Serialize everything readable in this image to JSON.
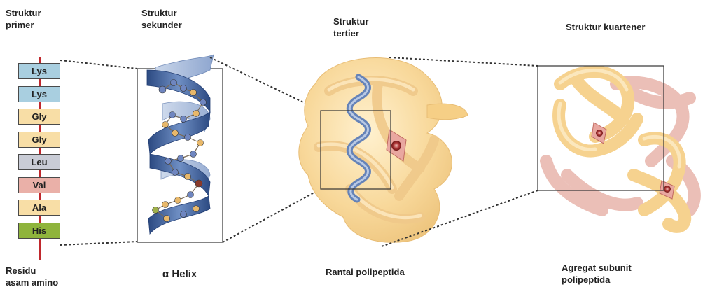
{
  "labels": {
    "primary_title": [
      "Struktur",
      "primer"
    ],
    "secondary_title": [
      "Struktur",
      "sekunder"
    ],
    "tertiary_title": [
      "Struktur",
      "tertier"
    ],
    "quaternary_title": "Struktur kuartener",
    "residue_caption": [
      "Residu",
      "asam amino"
    ],
    "helix_caption": "α Helix",
    "tertiary_caption": "Rantai polipeptida",
    "quaternary_caption": [
      "Agregat subunit",
      "polipeptida"
    ]
  },
  "residues": [
    {
      "name": "Lys",
      "color": "#a9cfe0"
    },
    {
      "name": "Lys",
      "color": "#a9cfe0"
    },
    {
      "name": "Gly",
      "color": "#f8dea6"
    },
    {
      "name": "Gly",
      "color": "#f8dea6"
    },
    {
      "name": "Leu",
      "color": "#c9ccd6"
    },
    {
      "name": "Val",
      "color": "#eab0a8"
    },
    {
      "name": "Ala",
      "color": "#f8dea6"
    },
    {
      "name": "His",
      "color": "#8fb43c"
    }
  ],
  "colors": {
    "chain": "#c0282d",
    "helix_ribbon": "#3f5f9a",
    "tertiary_ribbon": "#f7d9a0",
    "quaternary_ribbon_pink": "#e8b4ab"
  }
}
